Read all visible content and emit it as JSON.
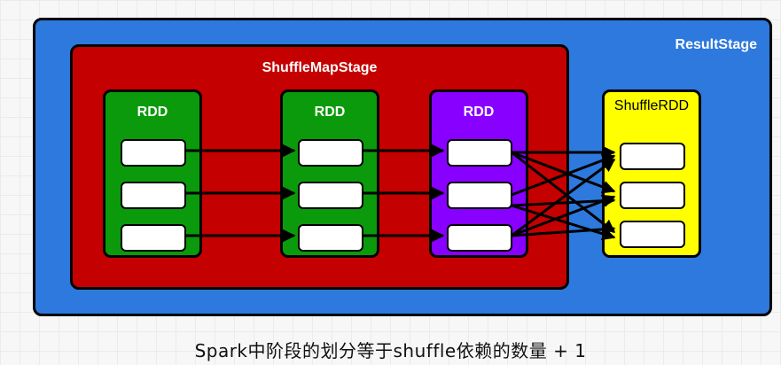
{
  "diagram": {
    "result_stage": {
      "label": "ResultStage"
    },
    "shuffle_map_stage": {
      "label": "ShuffleMapStage"
    },
    "rdds": [
      {
        "label": "RDD",
        "color": "#0b9a0b"
      },
      {
        "label": "RDD",
        "color": "#0b9a0b"
      },
      {
        "label": "RDD",
        "color": "#8800ff"
      },
      {
        "label": "ShuffleRDD",
        "color": "#ffff00"
      }
    ],
    "stage_colors": {
      "result_stage": "#2d79dd",
      "shuffle_map_stage": "#c40000"
    },
    "dependencies": {
      "narrow": "one-to-one",
      "shuffle": "all-to-all"
    }
  },
  "caption": "Spark中阶段的划分等于shuffle依赖的数量 + 1"
}
